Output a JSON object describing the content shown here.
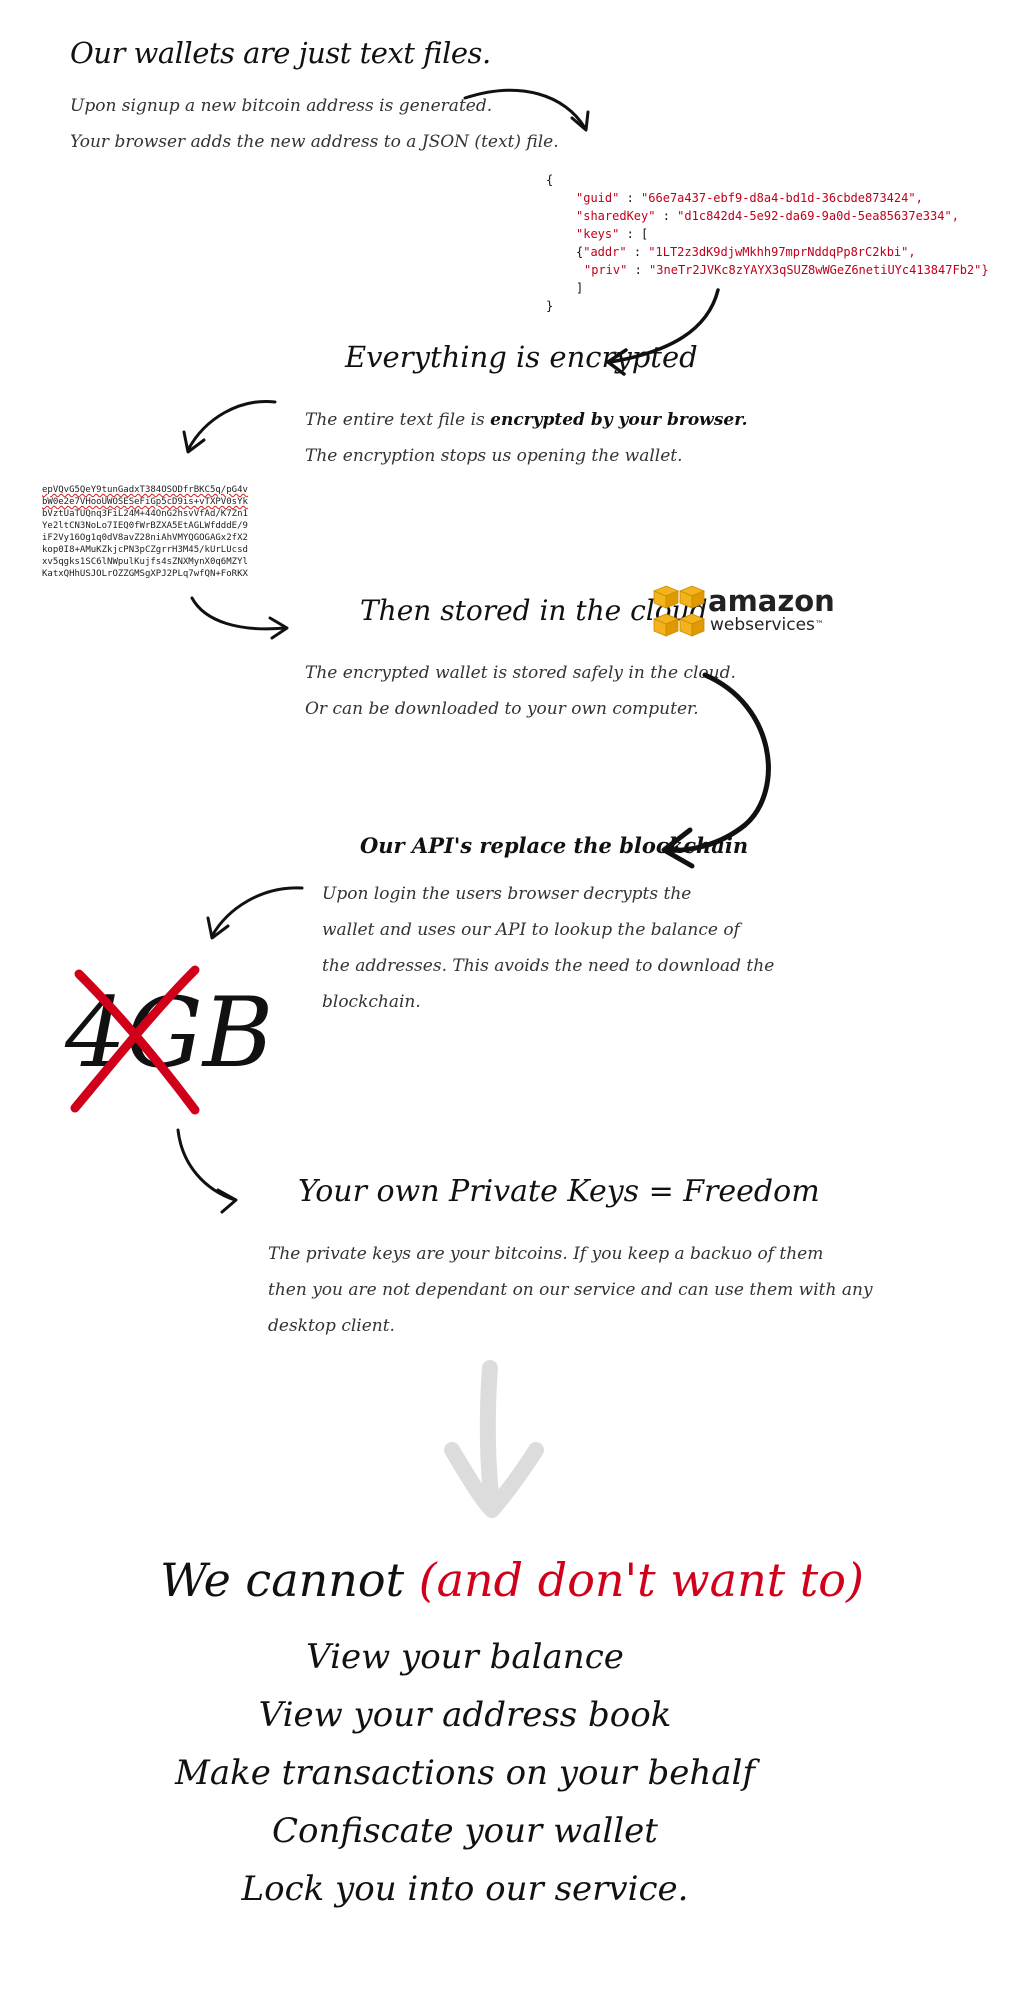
{
  "section1": {
    "title": "Our wallets are just text files.",
    "lines": [
      "Upon signup a new bitcoin address is generated.",
      "Your browser adds the new address to a JSON (text) file."
    ]
  },
  "json_file": {
    "open_brace": "{",
    "guid_key": "\"guid\"",
    "guid_value": "\"66e7a437-ebf9-d8a4-bd1d-36cbde873424\",",
    "sharedkey_key": "\"sharedKey\"",
    "sharedkey_value": "\"d1c842d4-5e92-da69-9a0d-5ea85637e334\",",
    "keys_key": "\"keys\"",
    "keys_open": ": [",
    "addr_key": "\"addr\"",
    "addr_value": "\"1LT2z3dK9djwMkhh97mprNddqPp8rC2kbi\",",
    "priv_key": "\"priv\"",
    "priv_value": "\"3neTr2JVKc8zYAYX3qSUZ8wWGeZ6netiUYc413847Fb2\"}",
    "keys_close": "]",
    "close_brace": "}"
  },
  "section2": {
    "title": "Everything is encrypted",
    "line1_prefix": "The entire text file is ",
    "line1_bold": "encrypted by your browser.",
    "line2": "The encryption stops us opening the wallet."
  },
  "ciphertext": {
    "lines": [
      "epVQvG5QeY9tunGadxT384OSODfrBKC5q/pG4v",
      "bW0e2e7VHooUWOSESeFiGp5cD9is+vTXPV0sYk",
      "bVztUaTUQnq3FiL24M+44OnG2hsvVfAd/K7Zn1",
      "Ye2ltCN3NoLo7IEQ0fWrBZXA5EtAGLWfdddE/9",
      "iF2Vy16Og1q0dV8avZ28niAhVMYQGOGAGx2fX2",
      "kop0I8+AMuKZkjcPN3pCZgrrH3M45/kUrLUcsd",
      "xv5qgks1SC6lNWpulKujfs4sZNXMynX0q6MZYl",
      "KatxQHhUSJOLrOZZGMSgXPJ2PLq7wfQN+FoRKX"
    ]
  },
  "section3": {
    "title": "Then stored in the cloud",
    "lines": [
      "The encrypted wallet is stored safely in the cloud.",
      "Or can be downloaded to your own computer."
    ]
  },
  "aws_logo": {
    "word1": "amazon",
    "word2": "webservices",
    "tm": "™"
  },
  "section4": {
    "title": "Our API's replace the blockchain",
    "lines": [
      "Upon login the users browser decrypts the",
      "wallet and uses our API to lookup the balance of",
      "the addresses. This avoids the need to download the",
      "blockchain."
    ]
  },
  "gb_graphic": {
    "text": "4GB"
  },
  "section5": {
    "title": "Your own Private Keys = Freedom",
    "lines": [
      "The private keys are your bitcoins. If you keep a backuo of them",
      "then you are not dependant on our service and can use them with any",
      "desktop client."
    ]
  },
  "closing": {
    "title_black": "We cannot ",
    "title_red": "(and don't want to)",
    "items": [
      "View your balance",
      "View your address book",
      "Make transactions on your behalf",
      "Confiscate your wallet",
      "Lock you into our service."
    ]
  },
  "colors": {
    "accent_red": "#d0001a",
    "json_key_red": "#c0001a",
    "aws_orange": "#f3b31c",
    "down_arrow_gray": "#dcdcdc"
  }
}
